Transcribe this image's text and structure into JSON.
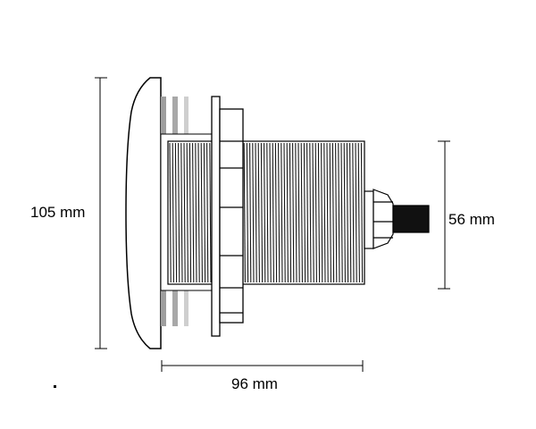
{
  "dimensions": {
    "height_label": "105 mm",
    "body_diameter_label": "56 mm",
    "length_label": "96 mm"
  },
  "colors": {
    "line": "#000000",
    "gasket_gray": "#a0a0a0",
    "gasket_light": "#c8c8c8",
    "thread": "#1a1a1a",
    "cable": "#111111"
  }
}
